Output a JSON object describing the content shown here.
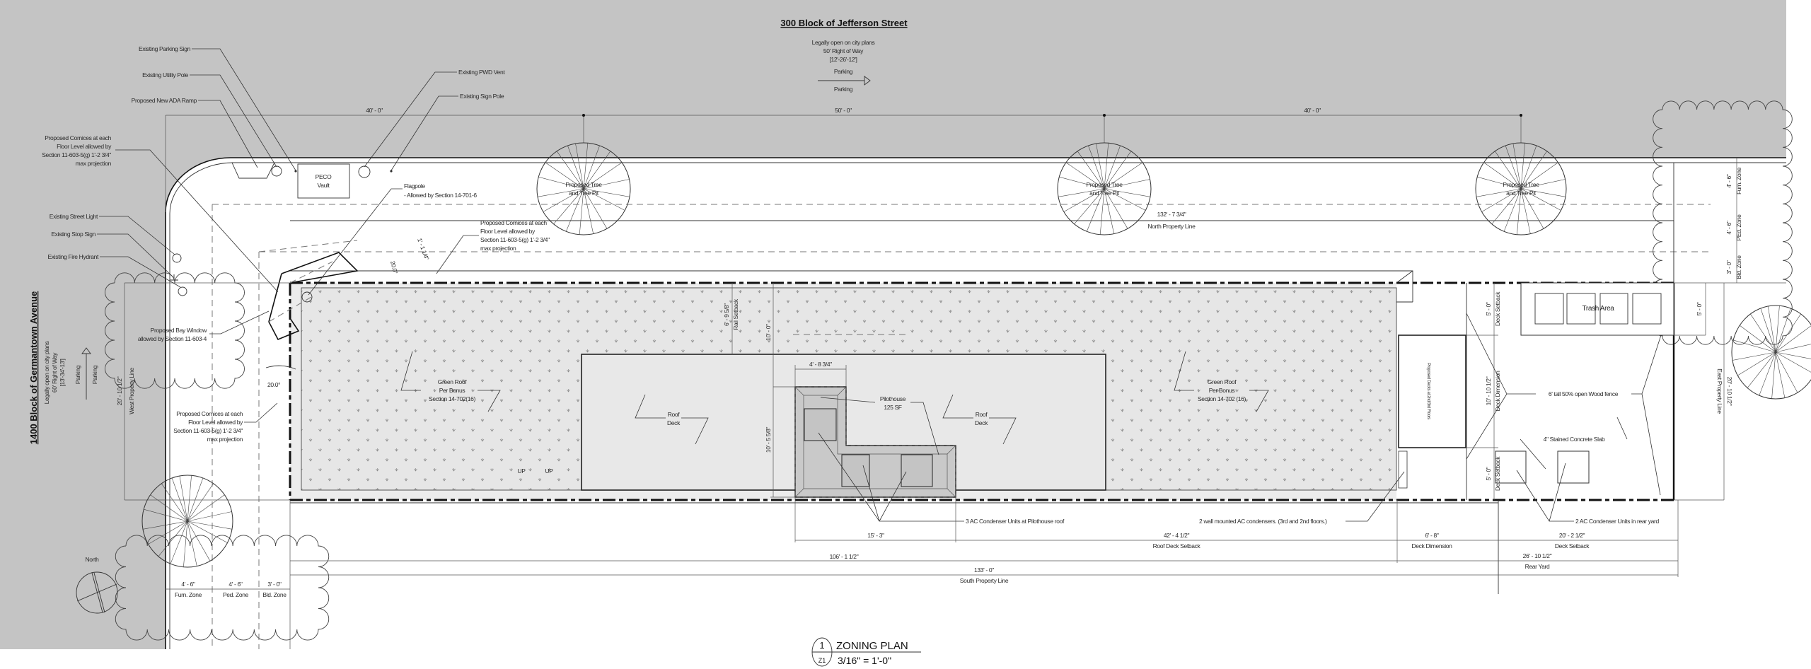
{
  "colors": {
    "street": "#c4c4c4",
    "roof": "#e6e6e6",
    "pilothouse": "#c9c9c9",
    "line": "#333333"
  },
  "street_north": {
    "title": "300 Block of Jefferson Street",
    "row_lines": [
      "Legally open on city plans",
      "50' Right of Way",
      "[12'-26'-12']"
    ],
    "parking_top": "Parking",
    "parking_bottom": "Parking",
    "arrow_icon": "arrow-right"
  },
  "street_west": {
    "title": "1400 Block of Germantown Avenue",
    "row_lines": [
      "Legally open on city plans",
      "60' Right of Way",
      "[13'-34'-13']"
    ],
    "parking_left": "Parking",
    "parking_right": "Parking",
    "arrow_icon": "arrow-up"
  },
  "callouts": {
    "parking_sign": "Existing Parking Sign",
    "utility_pole": "Existing Utility Pole",
    "ada_ramp": "Proposed New ADA Ramp",
    "pwd_vent": "Existing PWD Vent",
    "sign_pole": "Existing Sign Pole",
    "cornices_nw": [
      "Proposed Cornices at each",
      "Floor Level allowed by",
      "Section 11-603-5(g) 1'-2 3/4\"",
      "max projection"
    ],
    "peco_vault": [
      "PECO",
      "Vault"
    ],
    "flagpole": [
      "Flagpole",
      "- Allowed by Section 14-701-6"
    ],
    "cornices_n": [
      "Proposed Cornices at each",
      "Floor Level allowed by",
      "Section 11-603-5(g) 1'-2 3/4\"",
      "max projection"
    ],
    "street_light": "Existing Street Light",
    "stop_sign": "Existing Stop Sign",
    "fire_hydrant": "Existing Fire Hydrant",
    "bay_window": [
      "Proposed Bay Window",
      "allowed by Section 11-603-4"
    ],
    "cornices_w": [
      "Proposed Cornices at each",
      "Floor Level allowed by",
      "Section 11-603-5(g) 1'-2 3/4\"",
      "max projection"
    ],
    "ac_pilothouse": "3 AC Condenser Units at Pilothouse roof",
    "ac_wall": "2 wall mounted AC condensers. (3rd and 2nd floors.)",
    "ac_yard": "2 AC Condenser Units in rear yard",
    "fence": "6' tall 50% open Wood fence",
    "slab": "4\" Stained Concrete Slab"
  },
  "labels": {
    "tree": [
      "Proposed Tree",
      "and Tree Pit"
    ],
    "green_roof_w": [
      "Green Roof",
      "Per Bonus",
      "Section 14-702(16)"
    ],
    "green_roof_e": [
      "Green Roof",
      "Per Bonus",
      "Section 14-702 (16)"
    ],
    "roof_deck": [
      "Roof",
      "Deck"
    ],
    "pilothouse": [
      "Pilothouse",
      "125 SF"
    ],
    "trash_area": "Trash Area",
    "proposed_decks": "Proposed Decks at 2nd/3rd Floors",
    "up": "UP",
    "angle": "20.0°",
    "cornice_proj": "1' - 1 1/4\"",
    "north": "North"
  },
  "dimensions": {
    "tree_spacing": [
      "40' - 0\"",
      "50' - 0\"",
      "40' - 0\""
    ],
    "north_property": {
      "value": "132' - 7 3/4\"",
      "label": "North Property Line"
    },
    "west_property": {
      "value": "20' - 10 1/2\"",
      "label": "West Property Line"
    },
    "east_property": {
      "value": "20' - 10 1/2\"",
      "label": "East Property Line"
    },
    "west_zones": [
      {
        "value": "4' - 6\"",
        "label": "Furn. Zone"
      },
      {
        "value": "4' - 6\"",
        "label": "Ped. Zone"
      },
      {
        "value": "3' - 0\"",
        "label": "Bld. Zone"
      }
    ],
    "north_zones": [
      {
        "value": "4' - 6\"",
        "label": "Furn. Zone"
      },
      {
        "value": "4' - 6\"",
        "label": "PEd. Zone"
      },
      {
        "value": "3' - 0\"",
        "label": "Bld. Zone"
      }
    ],
    "rail_setback": {
      "value": "6' - 9 5/8\"",
      "label": "Rail Setback"
    },
    "pilothouse_offset": "10' - 0\"",
    "pilothouse_width": "4' - 8 3/4\"",
    "pilothouse_depth": "10' - 5 5/8\"",
    "pilothouse_length": "15' - 3\"",
    "roof_deck_setback": {
      "value": "42' - 4 1/2\"",
      "label": "Roof Deck Setback"
    },
    "deck_dimension": {
      "value": "6' - 8\"",
      "label": "Deck Dimension"
    },
    "deck_setback": {
      "value": "20' - 2 1/2\"",
      "label": "Deck Setback"
    },
    "rear_yard": {
      "value": "26' - 10 1/2\"",
      "label": "Rear Yard"
    },
    "building_length": "106' - 1 1/2\"",
    "south_property": {
      "value": "133' - 0\"",
      "label": "South Property Line"
    },
    "deck_setback_n": {
      "value": "5' - 0\"",
      "label": "Deck Setback"
    },
    "deck_dimension_v": {
      "value": "10' - 10 1/2\"",
      "label": "Deck Dimension"
    },
    "deck_setback_s": {
      "value": "5' - 0\"",
      "label": "Deck Setback"
    },
    "trash_offset": "5' - 0\""
  },
  "title_block": {
    "number": "1",
    "sheet": "Z1",
    "title": "ZONING PLAN",
    "scale": "3/16\" = 1'-0\""
  }
}
